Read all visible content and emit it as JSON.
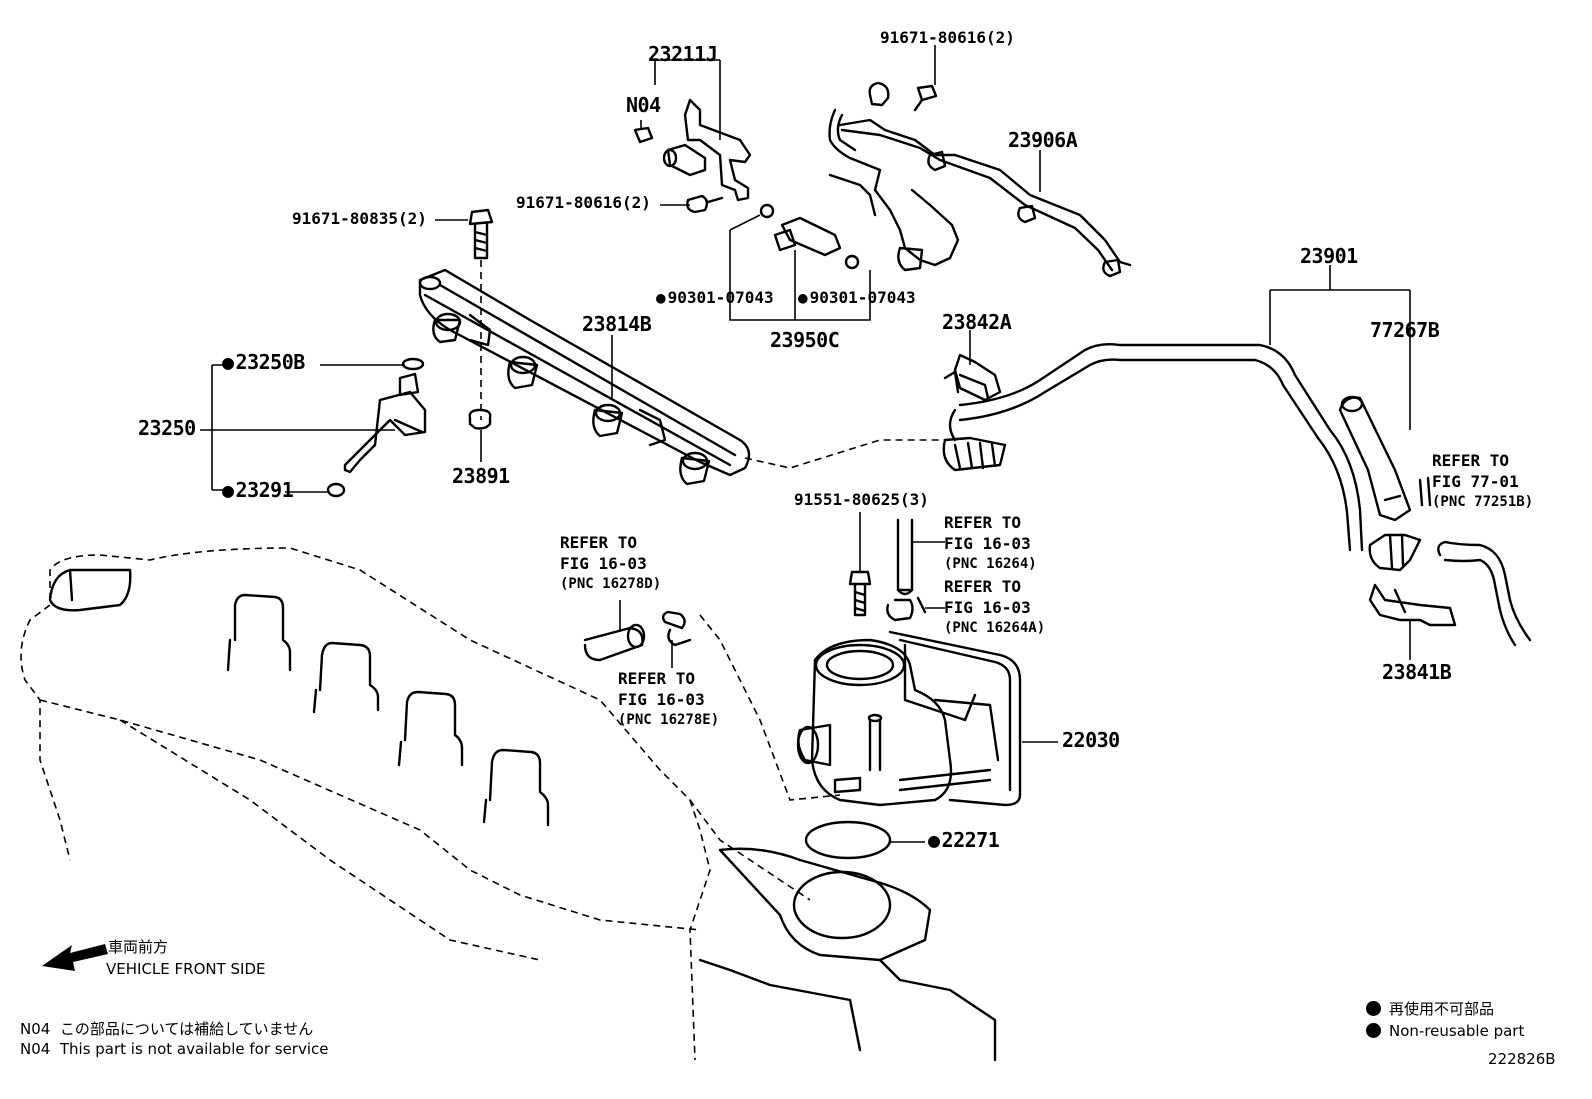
{
  "diagram_code": "222826B",
  "front_side": {
    "jp": "車両前方",
    "en": "VEHICLE FRONT SIDE"
  },
  "footnote": {
    "code": "N04",
    "jp": "この部品については補給していません",
    "en": "This part is not available for service"
  },
  "legend": {
    "jp": "再使用不可部品",
    "en": "Non-reusable part"
  },
  "parts": {
    "p23211J": "23211J",
    "pN04": "N04",
    "p91671_80616_a": "91671-80616(2)",
    "p91671_80616_b": "91671-80616(2)",
    "p23906A": "23906A",
    "p91671_80835": "91671-80835(2)",
    "p90301_a": "90301-07043",
    "p90301_b": "90301-07043",
    "p23950C": "23950C",
    "p23814B": "23814B",
    "p23842A": "23842A",
    "p23901": "23901",
    "p77267B": "77267B",
    "p23250B": "23250B",
    "p23250": "23250",
    "p23291": "23291",
    "p23891": "23891",
    "p91551_80625": "91551-80625(3)",
    "p22030": "22030",
    "p22271": "22271",
    "p23841B": "23841B"
  },
  "refs": {
    "r1": {
      "l1": "REFER TO",
      "l2": "FIG 16-03",
      "l3": "(PNC 16278D)"
    },
    "r2": {
      "l1": "REFER TO",
      "l2": "FIG 16-03",
      "l3": "(PNC 16278E)"
    },
    "r3": {
      "l1": "REFER TO",
      "l2": "FIG 16-03",
      "l3": "(PNC 16264)"
    },
    "r4": {
      "l1": "REFER TO",
      "l2": "FIG 16-03",
      "l3": "(PNC 16264A)"
    },
    "r5": {
      "l1": "REFER TO",
      "l2": "FIG 77-01",
      "l3": "(PNC 77251B)"
    }
  }
}
